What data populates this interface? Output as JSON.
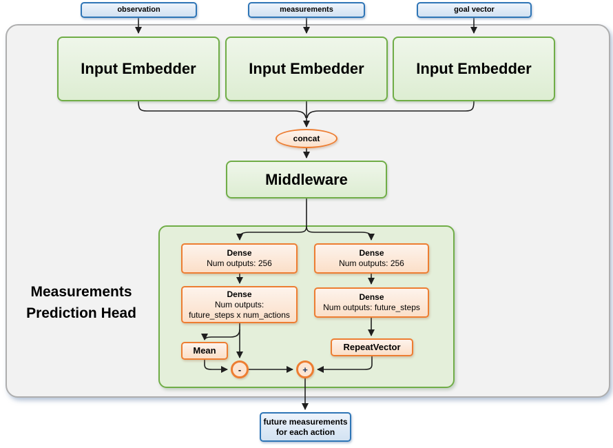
{
  "diagram": {
    "inputs": [
      {
        "label": "observation"
      },
      {
        "label": "measurements"
      },
      {
        "label": "goal vector"
      }
    ],
    "embedders": [
      {
        "label": "Input Embedder"
      },
      {
        "label": "Input Embedder"
      },
      {
        "label": "Input Embedder"
      }
    ],
    "concat": {
      "label": "concat"
    },
    "middleware": {
      "label": "Middleware"
    },
    "head": {
      "label_line1": "Measurements",
      "label_line2": "Prediction Head",
      "left_branch": {
        "dense1": {
          "title": "Dense",
          "subtitle": "Num outputs: 256"
        },
        "dense2": {
          "title": "Dense",
          "subtitle_line1": "Num outputs:",
          "subtitle_line2": "future_steps x num_actions"
        },
        "mean": {
          "label": "Mean"
        },
        "minus_op": {
          "label": "-"
        }
      },
      "right_branch": {
        "dense1": {
          "title": "Dense",
          "subtitle": "Num outputs: 256"
        },
        "dense2": {
          "title": "Dense",
          "subtitle": "Num outputs: future_steps"
        },
        "repeat_vector": {
          "label": "RepeatVector"
        },
        "plus_op": {
          "label": "+"
        }
      }
    },
    "output": {
      "label_line1": "future measurements",
      "label_line2": "for each action"
    },
    "colors": {
      "green_border": "#70ad47",
      "green_fill": "#e4efda",
      "orange_border": "#ed7d31",
      "orange_fill": "#fce5d3",
      "blue_border": "#2e75b6",
      "blue_fill": "#d9e6f4",
      "container_fill": "#f2f2f2",
      "container_border": "#aeaeae",
      "wire": "#1f1f1f"
    }
  }
}
